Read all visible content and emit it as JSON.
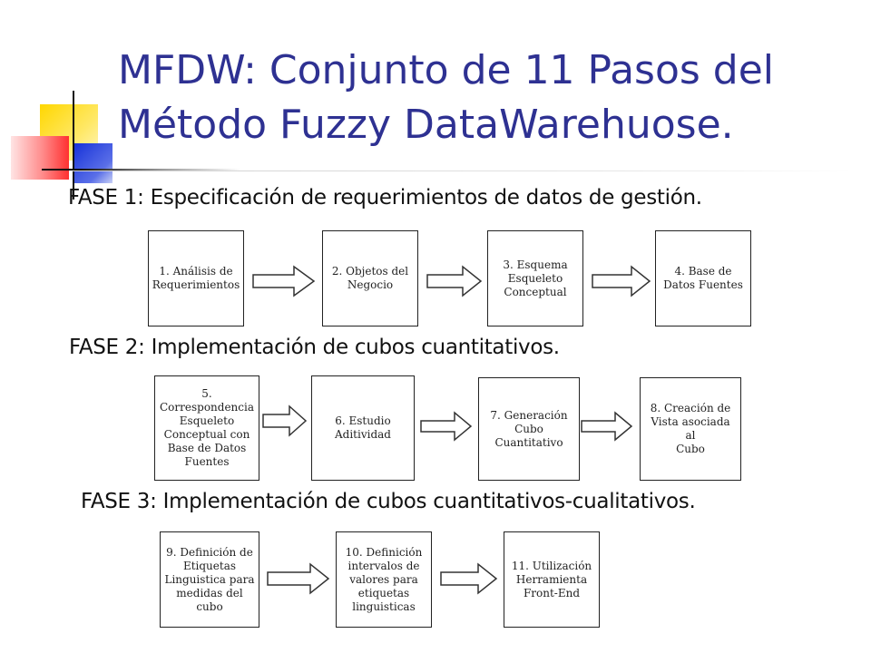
{
  "title": {
    "line1": "MFDW: Conjunto de 11 Pasos del",
    "line2": "Método Fuzzy DataWarehuose."
  },
  "phases": [
    {
      "label": "FASE 1: Especificación de requerimientos de datos de gestión.",
      "steps": [
        "1. Análisis de\nRequerimientos",
        "2. Objetos del\nNegocio",
        "3. Esquema\nEsqueleto\nConceptual",
        "4. Base de\nDatos Fuentes"
      ]
    },
    {
      "label": "FASE 2: Implementación de cubos cuantitativos.",
      "steps": [
        "5. Correspondencia\nEsqueleto\nConceptual con\nBase de Datos\nFuentes",
        "6. Estudio\nAditividad",
        "7. Generación\nCubo Cuantitativo",
        "8. Creación de\nVista asociada al\nCubo"
      ]
    },
    {
      "label": "FASE 3: Implementación de cubos cuantitativos-cualitativos.",
      "steps": [
        "9. Definición de\nEtiquetas\nLinguistica para\nmedidas del\ncubo",
        "10. Definición\nintervalos de\nvalores para\netiquetas\nlinguisticas",
        "11. Utilización\nHerramienta\nFront-End"
      ]
    }
  ]
}
